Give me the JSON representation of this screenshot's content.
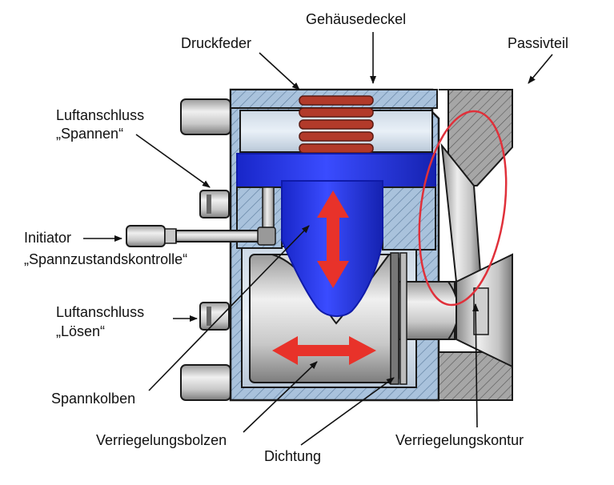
{
  "labels": {
    "gehaeusedeckel": "Gehäusedeckel",
    "druckfeder": "Druckfeder",
    "passivteil": "Passivteil",
    "luftanschluss_spannen_1": "Luftanschluss",
    "luftanschluss_spannen_2": "„Spannen“",
    "initiator_1": "Initiator",
    "initiator_2": "„Spannzustandskontrolle“",
    "luftanschluss_loesen_1": "Luftanschluss",
    "luftanschluss_loesen_2": "„Lösen“",
    "spannkolben": "Spannkolben",
    "verriegelungsbolzen": "Verriegelungsbolzen",
    "dichtung": "Dichtung",
    "verriegelungskontur": "Verriegelungskontur"
  },
  "colors": {
    "housing": "#a9c2dc",
    "housing_hatch": "#5f7fa0",
    "piston_blue": "#2233ee",
    "piston_dark": "#0f1aa8",
    "spring": "#b23a2a",
    "arrow_red": "#e8322a",
    "ellipse_red": "#e0303a",
    "passive_grey": "#a6a6a6",
    "steel_light": "#e2e2e2",
    "steel_dark": "#8a8a8a",
    "outline": "#1a1a1a"
  }
}
